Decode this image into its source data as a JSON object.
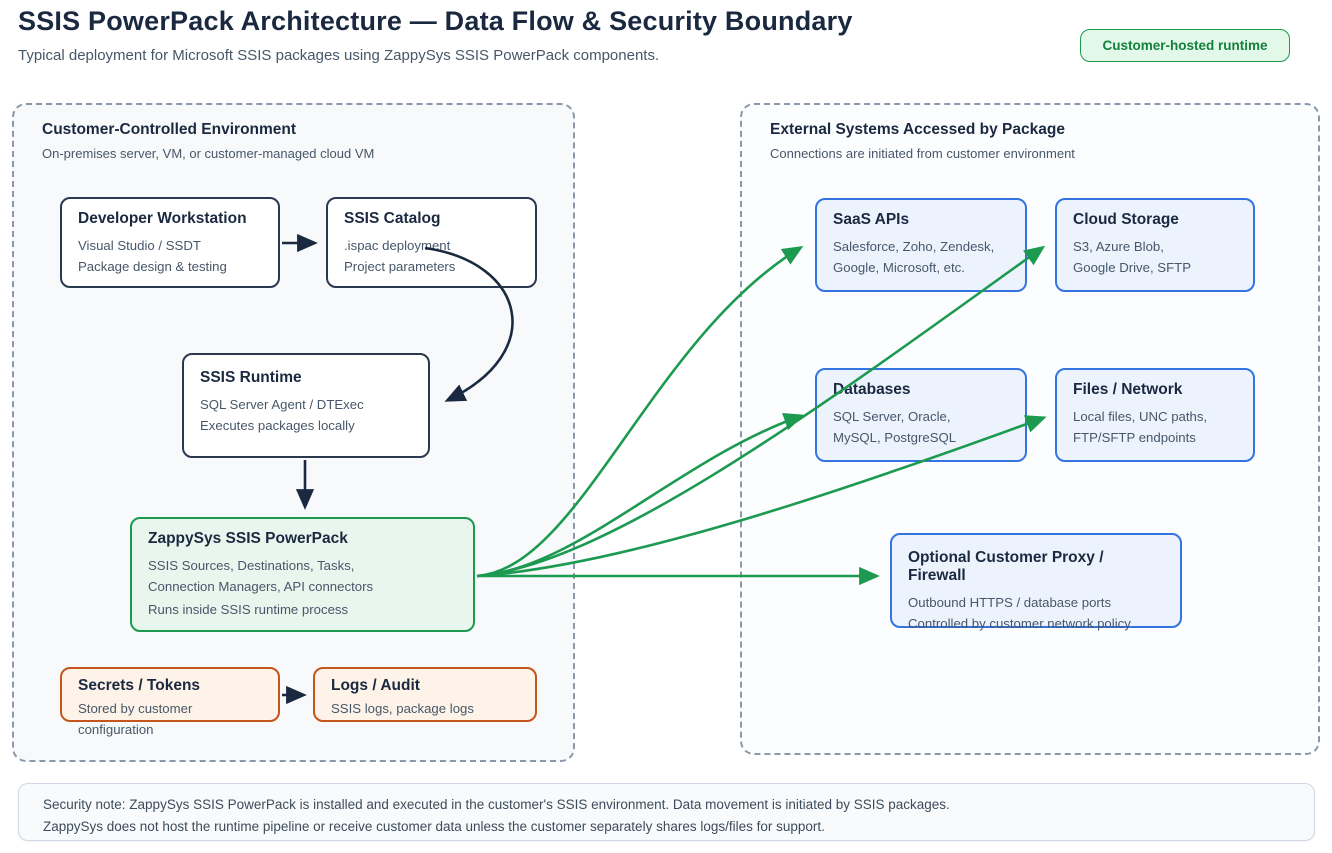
{
  "header": {
    "title": "SSIS PowerPack Architecture — Data Flow & Security Boundary",
    "subtitle": "Typical deployment for Microsoft SSIS packages using ZappySys SSIS PowerPack components.",
    "badge": "Customer-hosted runtime"
  },
  "left_zone": {
    "title": "Customer-Controlled Environment",
    "subtitle": "On-premises server, VM, or customer-managed cloud VM",
    "nodes": {
      "developer_workstation": {
        "title": "Developer Workstation",
        "lines": [
          "Visual Studio / SSDT",
          "Package design & testing"
        ]
      },
      "ssis_catalog": {
        "title": "SSIS Catalog",
        "lines": [
          ".ispac deployment",
          "Project parameters"
        ]
      },
      "ssis_runtime": {
        "title": "SSIS Runtime",
        "lines": [
          "SQL Server Agent / DTExec",
          "Executes packages locally"
        ]
      },
      "zappysys_powerpack": {
        "title": "ZappySys SSIS PowerPack",
        "lines": [
          "SSIS Sources, Destinations, Tasks,",
          "Connection Managers, API connectors",
          "Runs inside SSIS runtime process"
        ]
      },
      "secrets_tokens": {
        "title": "Secrets / Tokens",
        "lines": [
          "Stored by customer configuration"
        ]
      },
      "logs_audit": {
        "title": "Logs / Audit",
        "lines": [
          "SSIS logs, package logs"
        ]
      }
    }
  },
  "right_zone": {
    "title": "External Systems Accessed by Package",
    "subtitle": "Connections are initiated from customer environment",
    "nodes": {
      "saas_apis": {
        "title": "SaaS APIs",
        "lines": [
          "Salesforce, Zoho, Zendesk,",
          "Google, Microsoft, etc."
        ]
      },
      "cloud_storage": {
        "title": "Cloud Storage",
        "lines": [
          "S3, Azure Blob,",
          "Google Drive, SFTP"
        ]
      },
      "databases": {
        "title": "Databases",
        "lines": [
          "SQL Server, Oracle,",
          "MySQL, PostgreSQL"
        ]
      },
      "files_network": {
        "title": "Files / Network",
        "lines": [
          "Local files, UNC paths,",
          "FTP/SFTP endpoints"
        ]
      },
      "proxy_firewall": {
        "title": "Optional Customer Proxy / Firewall",
        "lines": [
          "Outbound HTTPS / database ports",
          "Controlled by customer network policy"
        ]
      }
    }
  },
  "footer_note": {
    "line1": "Security note: ZappySys SSIS PowerPack is installed and executed in the customer's SSIS environment. Data movement is initiated by SSIS packages.",
    "line2": "ZappySys does not host the runtime pipeline or receive customer data unless the customer separately shares logs/files for support."
  },
  "colors": {
    "ink": "#1b2940",
    "muted": "#475769",
    "dark-border": "#2a3950",
    "green": "#1b9a50",
    "green-dark": "#15803d",
    "green-bg": "#e9f6ee",
    "badge-bg": "#e2f8e9",
    "orange": "#c3551d",
    "orange-bg": "#fdf3e8",
    "blue": "#3474e0",
    "blue-bg": "#ecf3fd",
    "dash": "#8b98aa",
    "zone-bg": "#f7f9fb",
    "note-bg": "#f8fafc",
    "note-border": "#cfd8e3",
    "note-text": "#3d4c5c"
  }
}
